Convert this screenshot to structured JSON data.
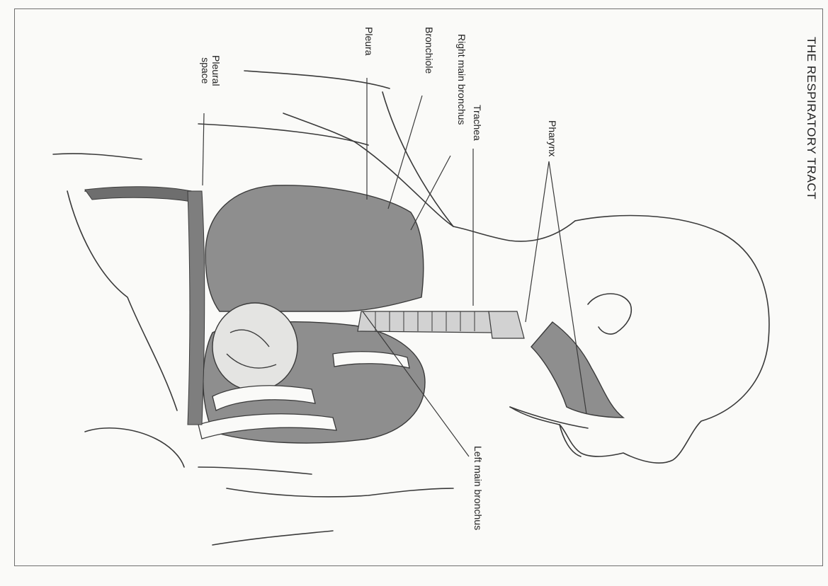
{
  "title": "THE RESPIRATORY TRACT",
  "labels": {
    "pharynx": "Pharynx",
    "trachea": "Trachea",
    "right_main_bronchus": "Right main bronchus",
    "bronchiole": "Bronchiole",
    "pleura": "Pleura",
    "pleural_space_line1": "Pleural",
    "pleural_space_line2": "space",
    "left_main_bronchus": "Left main bronchus"
  },
  "colors": {
    "lung_fill": "#8e8e8e",
    "outline": "#3a3a3a",
    "paper": "#fafaf8",
    "airway_highlight": "#d2d2d2"
  }
}
